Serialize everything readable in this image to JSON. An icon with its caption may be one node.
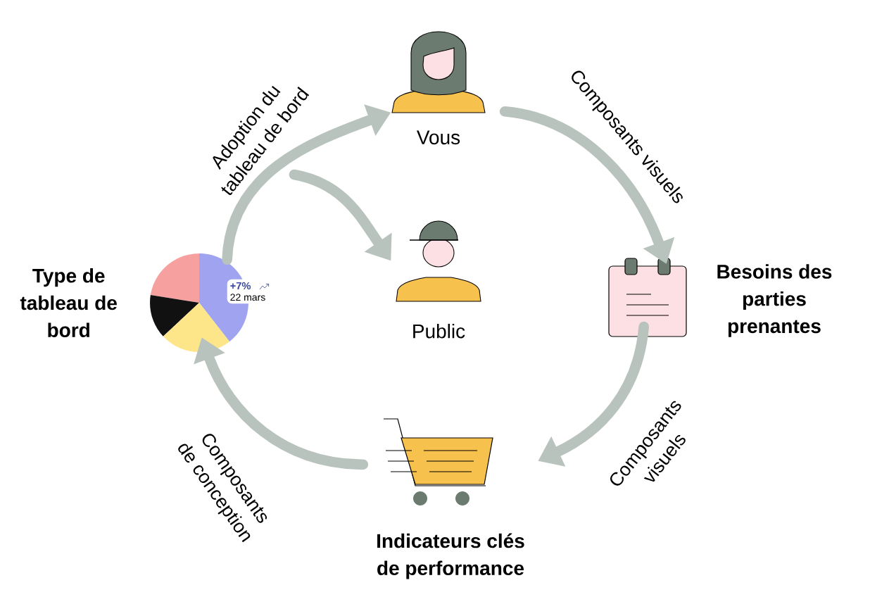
{
  "diagram": {
    "nodes": [
      {
        "text": [
          "Vous"
        ]
      },
      {
        "text": [
          "Public"
        ]
      },
      {
        "text": [
          "Besoins des parties prenantes"
        ]
      },
      {
        "text": [
          "Indicateurs clés de performance"
        ]
      },
      {
        "text": [
          "Type de tableau de bord"
        ]
      }
    ],
    "edges": [
      {
        "from": 4,
        "to": 0,
        "arrow": "to",
        "label": "Adoption du tableau de bord"
      },
      {
        "from": null,
        "to": 1,
        "arrow": "to"
      },
      {
        "from": 0,
        "to": 2,
        "arrow": "to",
        "label": "Composants visuels"
      },
      {
        "from": 2,
        "to": 3,
        "arrow": "to",
        "label": "Composants visuels"
      },
      {
        "from": 3,
        "to": 4,
        "arrow": "to",
        "label": "Composants de conception"
      }
    ],
    "labels": [
      "+7%",
      "22 mars"
    ]
  }
}
